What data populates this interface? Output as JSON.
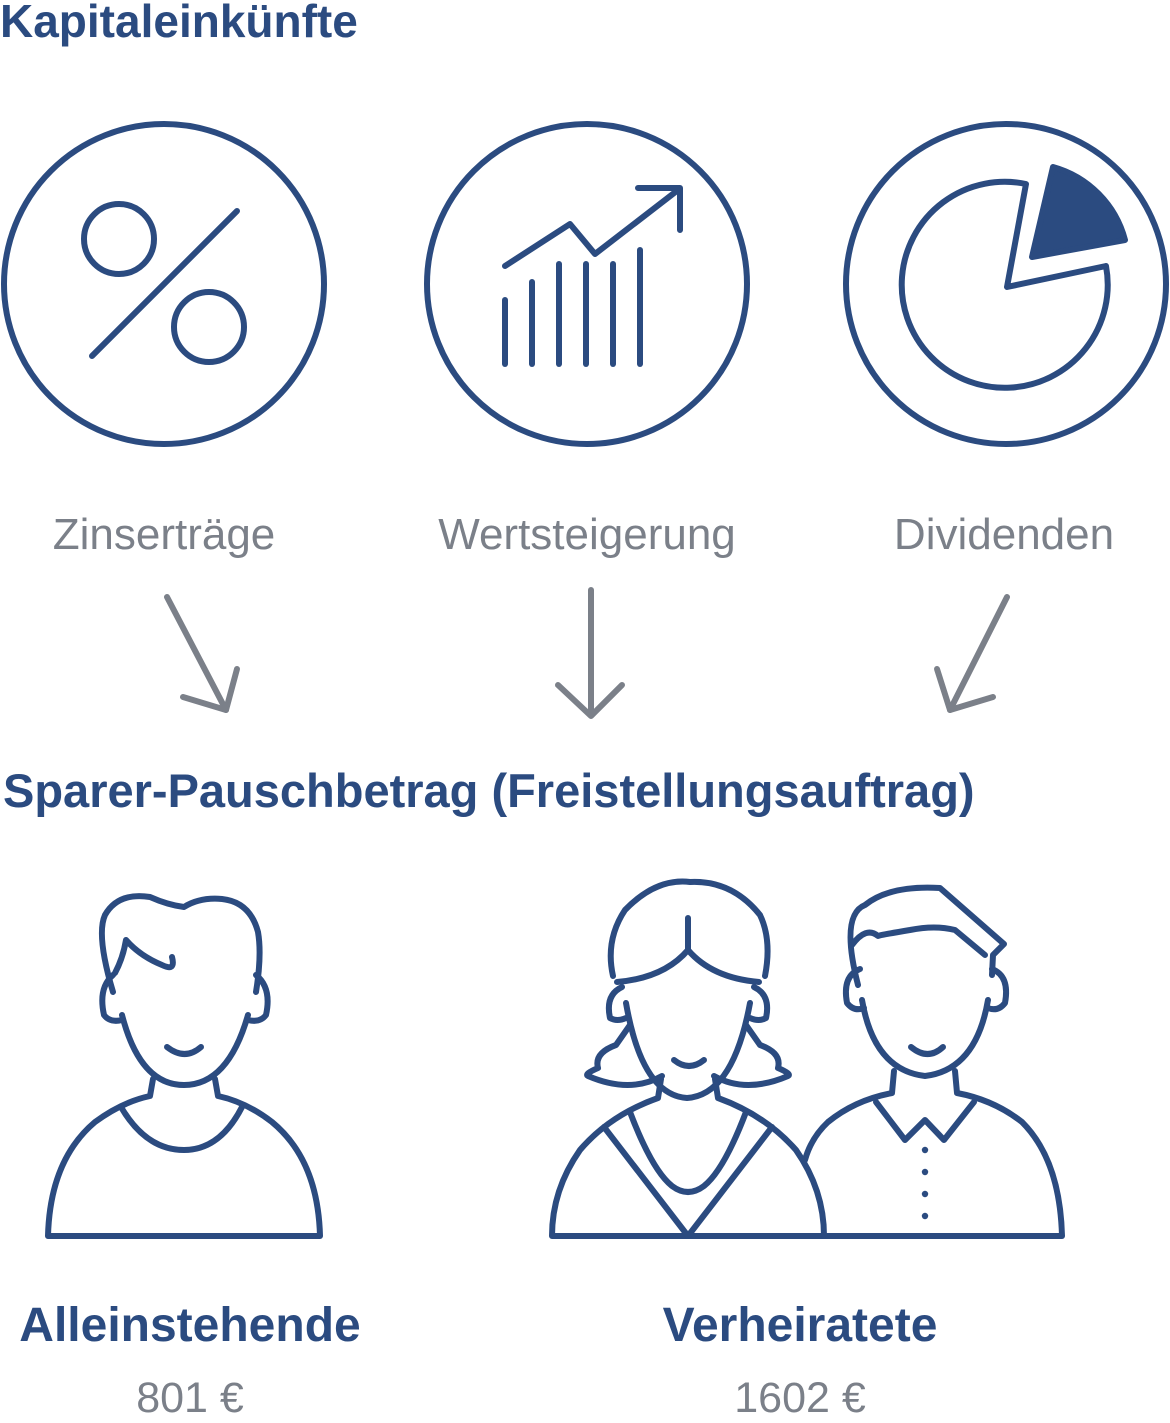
{
  "title": "Kapitaleinkünfte",
  "income_types": [
    {
      "label": "Zinserträge",
      "icon": "percent-icon"
    },
    {
      "label": "Wertsteigerung",
      "icon": "growth-chart-icon"
    },
    {
      "label": "Dividenden",
      "icon": "pie-chart-icon"
    }
  ],
  "allowance_title": "Sparer-Pauschbetrag (Freistellungsauftrag)",
  "groups": [
    {
      "label": "Alleinstehende",
      "amount": "801 €",
      "icon": "single-person-icon"
    },
    {
      "label": "Verheiratete",
      "amount": "1602 €",
      "icon": "couple-icon"
    }
  ],
  "colors": {
    "primary": "#2b4b80",
    "secondary": "#7b8089",
    "background": "#ffffff"
  }
}
